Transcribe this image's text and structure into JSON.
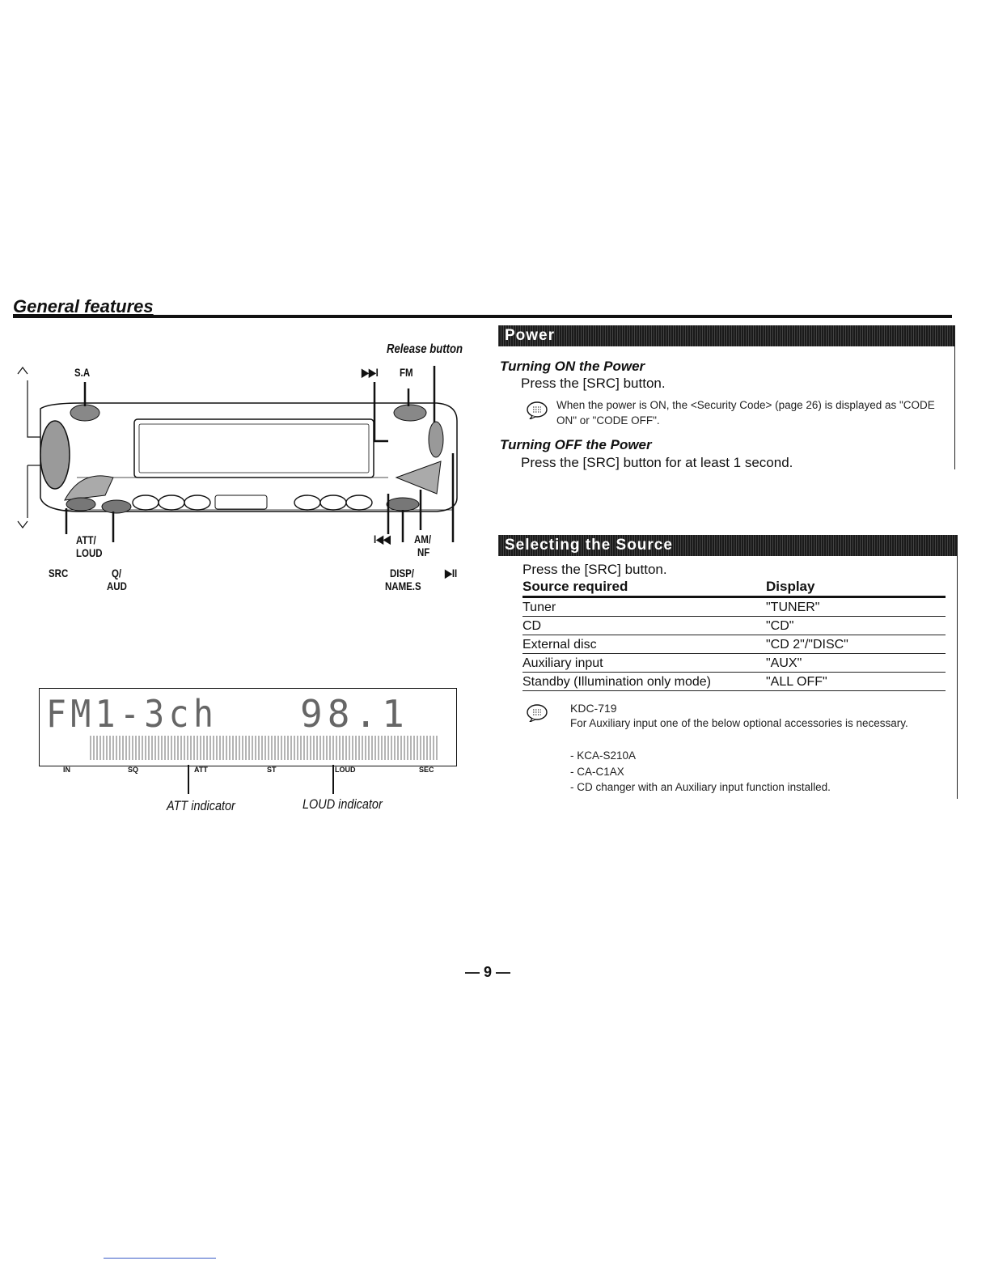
{
  "header": {
    "title": "General features"
  },
  "diagram": {
    "labels": {
      "release_button": "Release button",
      "sa": "S.A",
      "next_track": "▶▶I",
      "fm": "FM",
      "att_loud_1": "ATT/",
      "att_loud_2": "LOUD",
      "src": "SRC",
      "q_aud_1": "Q/",
      "q_aud_2": "AUD",
      "prev_track": "I◀◀",
      "am_nf_1": "AM/",
      "am_nf_2": "NF",
      "disp_name_1": "DISP/",
      "disp_name_2": "NAME.S",
      "play_pause": "▶II"
    },
    "display": {
      "text_left": "FM1-3ch",
      "text_right": "98.1",
      "indicators": [
        "IN",
        "SQ",
        "ATT",
        "ST",
        "LOUD",
        "SEC"
      ]
    },
    "captions": {
      "att": "ATT indicator",
      "loud": "LOUD indicator"
    }
  },
  "power": {
    "banner": "Power",
    "on_heading": "Turning ON the Power",
    "on_text": "Press the [SRC] button.",
    "note": "When the power is ON, the <Security Code> (page 26) is displayed as \"CODE ON\" or \"CODE OFF\".",
    "off_heading": "Turning OFF the Power",
    "off_text": "Press the [SRC] button for at least 1 second."
  },
  "source": {
    "banner": "Selecting the Source",
    "intro": "Press the [SRC] button.",
    "columns": [
      "Source required",
      "Display"
    ],
    "rows": [
      [
        "Tuner",
        "\"TUNER\""
      ],
      [
        "CD",
        "\"CD\""
      ],
      [
        "External disc",
        "\"CD 2\"/\"DISC\""
      ],
      [
        "Auxiliary input",
        "\"AUX\""
      ],
      [
        "Standby (Illumination only mode)",
        "\"ALL OFF\""
      ]
    ],
    "note_model": "KDC-719",
    "note_text": "For Auxiliary input one of the below optional accessories is necessary.",
    "note_items": [
      "- KCA-S210A",
      "- CA-C1AX",
      "- CD changer with an Auxiliary input function installed."
    ]
  },
  "footer": {
    "page": "— 9 —"
  }
}
